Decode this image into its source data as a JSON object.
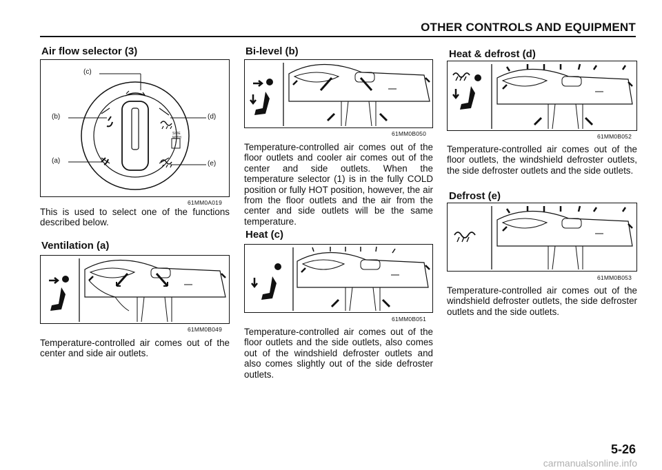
{
  "header": {
    "title": "OTHER CONTROLS AND EQUIPMENT"
  },
  "sections": {
    "air_flow": {
      "heading": "Air flow selector (3)",
      "labels": {
        "c": "(c)",
        "b": "(b)",
        "d": "(d)",
        "a": "(a)",
        "e": "(e)"
      },
      "knob_text": "SIDE WITH",
      "code": "61MM0A019",
      "text": "This is used to select one of the functions described below."
    },
    "ventilation": {
      "heading": "Ventilation (a)",
      "code": "61MM0B049",
      "text": "Temperature-controlled air comes out of the center and side air outlets."
    },
    "bilevel": {
      "heading": "Bi-level (b)",
      "code": "61MM0B050",
      "text": "Temperature-controlled air comes out of the floor outlets and cooler air comes out of the center and side outlets. When the temperature selector (1) is in the fully COLD position or fully HOT position, however, the air from the floor outlets and the air from the center and side outlets will be the same temperature."
    },
    "heat": {
      "heading": "Heat (c)",
      "code": "61MM0B051",
      "text": "Temperature-controlled air comes out of the floor outlets and the side outlets, also comes out of the windshield defroster outlets and also comes slightly out of the side defroster outlets."
    },
    "heat_defrost": {
      "heading": "Heat & defrost (d)",
      "code": "61MM0B052",
      "text": "Temperature-controlled air comes out of the floor outlets, the windshield defroster outlets, the side defroster outlets and the side outlets."
    },
    "defrost": {
      "heading": "Defrost (e)",
      "code": "61MM0B053",
      "text": "Temperature-controlled air comes out of the windshield defroster outlets, the side defroster outlets and the side outlets."
    }
  },
  "page": {
    "number": "5-26",
    "watermark": "carmanualsonline.info"
  }
}
